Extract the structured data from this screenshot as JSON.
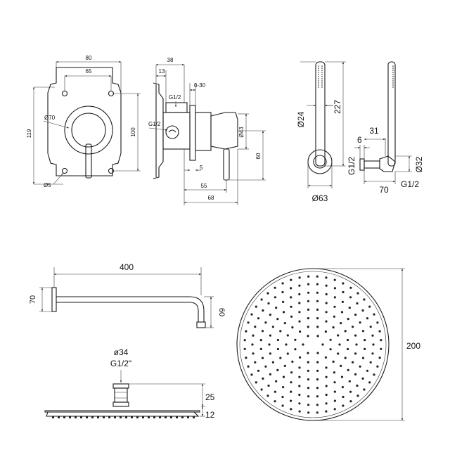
{
  "mixer_front": {
    "d80": "80",
    "d65": "65",
    "d119": "119",
    "d100": "100",
    "dia70": "Ø70",
    "dia5": "Ø5"
  },
  "mixer_side": {
    "d38": "38",
    "d13": "13",
    "d030": "0-30",
    "g12a": "G1/2",
    "g12b": "G1/2",
    "dia43": "Ø43",
    "d60": "60",
    "d5": "5",
    "d55": "55",
    "d68": "68"
  },
  "hand_shower": {
    "dia24": "Ø24",
    "d227": "227",
    "dia63": "Ø63",
    "d6": "6",
    "d31": "31",
    "g12c": "G1/2",
    "dia32": "Ø32",
    "d70": "70",
    "g12d": "G1/2"
  },
  "arm": {
    "d400": "400",
    "d70": "70",
    "d60": "60"
  },
  "head_side": {
    "dia34": "ø34",
    "g12": "G1/2\"",
    "d25": "25",
    "d12": "12"
  },
  "head_top": {
    "d200": "200"
  }
}
